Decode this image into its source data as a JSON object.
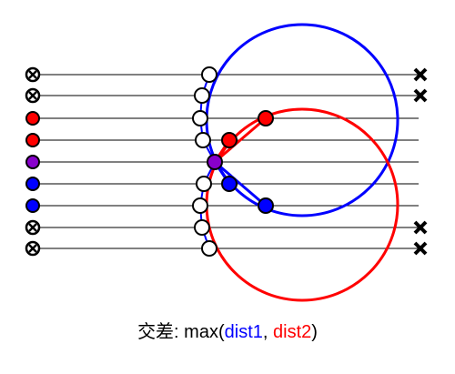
{
  "caption": {
    "prefix": "交差: max(",
    "term1": "dist1",
    "separator": ", ",
    "term2": "dist2",
    "suffix": ")"
  },
  "colors": {
    "line": "#000000",
    "blue": "#0000ff",
    "red": "#ff0000",
    "purple": "#8800cc",
    "white": "#ffffff"
  },
  "legend_markers": [
    "cross-circle",
    "cross-circle",
    "red",
    "red",
    "purple",
    "blue",
    "blue",
    "cross-circle",
    "cross-circle"
  ],
  "end_markers": [
    "x",
    "x",
    "none",
    "none",
    "none",
    "none",
    "none",
    "x",
    "x"
  ],
  "center_dots": [
    "white",
    "white",
    "white",
    "white",
    "purple",
    "white",
    "white",
    "white",
    "white"
  ],
  "side_dots": [
    "none",
    "none",
    "red",
    "red",
    "none",
    "blue",
    "blue",
    "none",
    "none"
  ]
}
